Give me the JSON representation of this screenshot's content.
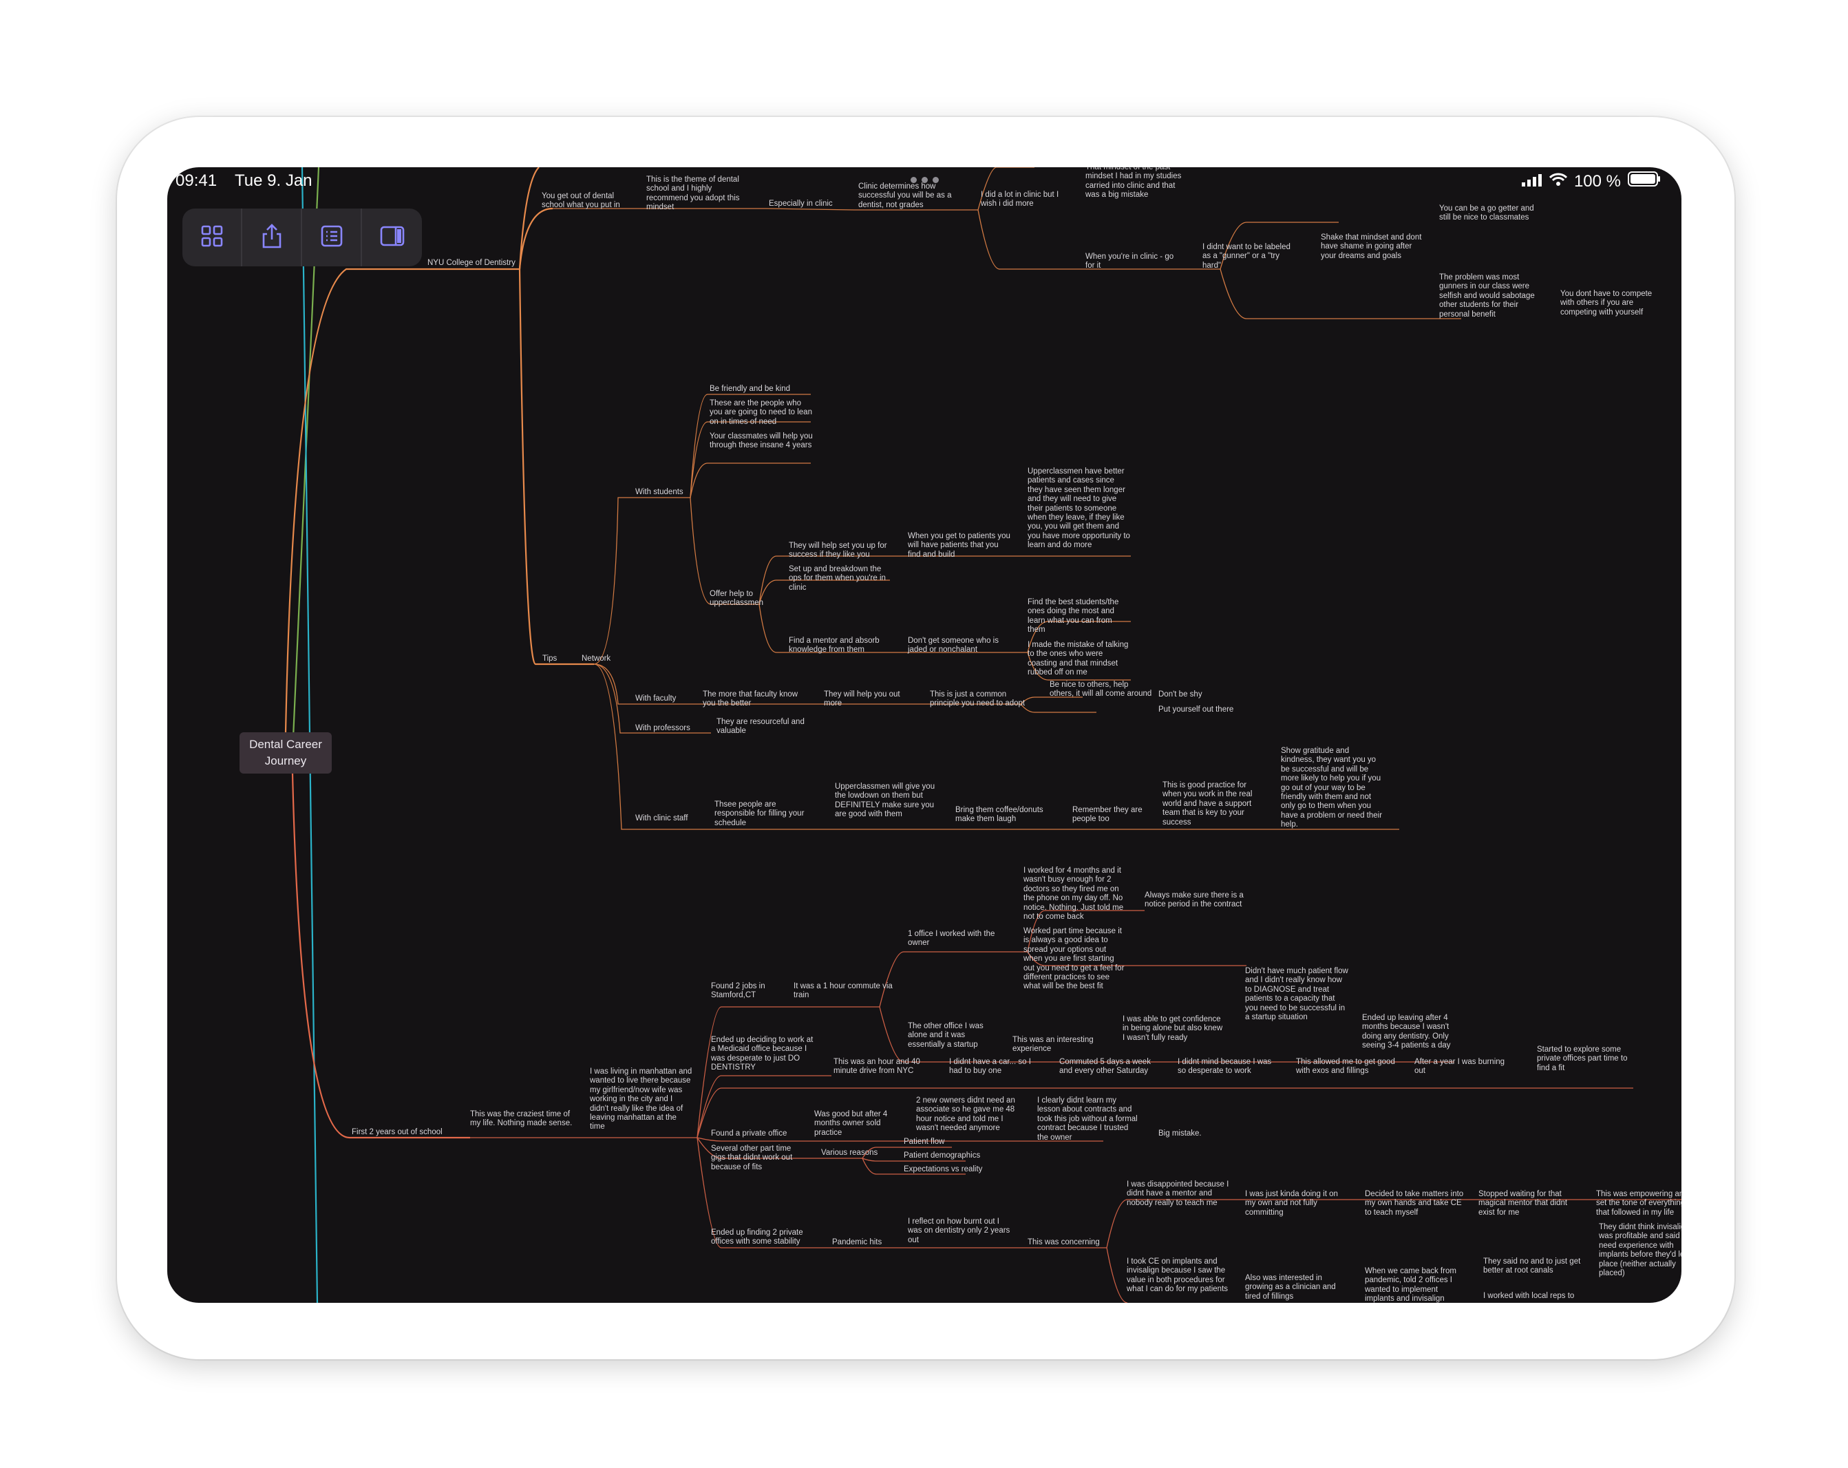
{
  "status_bar": {
    "time": "09:41",
    "date": "Tue 9. Jan",
    "battery": "100 %",
    "icons": [
      "signal-icon",
      "wifi-icon",
      "battery-icon"
    ]
  },
  "toolbar": {
    "buttons": [
      "grid-icon",
      "share-icon",
      "outline-icon",
      "sidebar-icon"
    ]
  },
  "colors": {
    "background": "#141214",
    "branch_school": "#e88a4c",
    "branch_career": "#e4694a",
    "branch_teal": "#2bb3c9",
    "branch_green": "#7bb04f",
    "accent": "#8a86ff"
  },
  "mind_map": {
    "root": "Dental Career Journey",
    "nodes": {
      "nyu": "NYU College of Dentistry",
      "get_out": "You get out of dental school what you put in",
      "theme": "This is the theme of dental school and I highly recommend you adopt this mindset",
      "especially": "Especially in clinic",
      "clinic_determines": "Clinic determines how successful you will be as a dentist, not grades",
      "did_lot": "I did a lot in clinic but I wish i did more",
      "mindset_top": "That mindset of the past mindset I had in my studies carried into clinic and that was a big mistake",
      "go_for_it": "When you're in clinic - go for it",
      "didnt_want": "I didnt want to be labeled as a \"gunner\" or a \"try hard\"",
      "shake": "Shake that mindset and dont have shame in going after your dreams and goals",
      "go_getter": "You can be a go getter and still be nice to classmates",
      "problem": "The problem was most gunners in our class were selfish and would sabotage other students for their personal benefit",
      "compete": "You dont have to compete with others if you are competing with yourself",
      "tips": "Tips",
      "network": "Network",
      "with_students": "With students",
      "friendly": "Be friendly and be kind",
      "lean_on": "These are the people who you are going to need to lean on in times of need",
      "classmates": "Your classmates will help you through these insane 4 years",
      "offer_help": "Offer help to upperclassmen",
      "set_up": "They will help set you up for success if they like you",
      "patients": "When you get to patients you will have patients that you find and build",
      "upperclassmen": "Upperclassmen have better patients and cases since they have seen them longer and they will need to give their patients to someone when they leave, if they like you, you will get them and you have more opportunity to learn and do more",
      "breakdown": "Set up and breakdown the ops for them when you're in clinic",
      "mentor": "Find a mentor and absorb knowledge from them",
      "jaded": "Don't get someone who is jaded or nonchalant",
      "best_students": "Find the best students/the ones doing the most and learn what you can from them",
      "mistake": "I made the mistake of talking to the ones who were coasting and that mindset rubbed off on me",
      "with_faculty": "With faculty",
      "more_faculty": "The more that faculty know you the better",
      "help_out": "They will help you out more",
      "common": "This is just a common principle you need to adopt",
      "nice_others": "Be nice to others, help others, it will all come around",
      "dont_shy": "Don't be shy",
      "put_out": "Put yourself out there",
      "with_professors": "With professors",
      "resourceful": "They are resourceful and valuable",
      "with_clinic_staff": "With clinic staff",
      "those_people": "Thsee people are responsible for filling your schedule",
      "lowdown": "Upperclassmen will give you the lowdown on them but DEFINITELY make sure you are good with them",
      "coffee": "Bring them coffee/donuts make them laugh",
      "remember": "Remember they are people too",
      "good_practice": "This is good practice for when you work in the real world and have a support team that is key to your success",
      "gratitude": "Show gratitude and kindness, they want you yo be successful and will be more likely to help you if you go out of your way to be friendly with them and not only go to them when you have a problem or need their help.",
      "first_2": "First 2 years out of school",
      "craziest": "This was the craziest time of my life. Nothing made sense.",
      "living": "I was living in manhattan and wanted to live there because my girlfriend/now wife was working in the city and I didn't really like the idea of leaving manhattan at the time",
      "found_2": "Found 2 jobs in Stamford,CT",
      "commute": "It was a 1 hour commute via train",
      "office_owner": "1 office I worked with the owner",
      "worked_4": "I worked for 4 months and it wasn't busy enough for 2 doctors so they fired me on the phone on my day off. No notice. Nothing. Just told me not to come back",
      "notice": "Always make sure there is a notice period in the contract",
      "part_time": "Worked part time because it is always a good idea to spread your options out when you are first starting out you need to get a feel for different practices to see what will be the best fit",
      "other_office": "The other office I was alone and it was essentially a startup",
      "interesting": "This was an interesting experience",
      "able_to": "I was able to get confidence in being alone but also knew I wasn't fully ready",
      "didnt_have": "Didn't have much patient flow and I didn't really know how to DIAGNOSE and treat patients to a capacity that you need to be successful in a startup situation",
      "leaving": "Ended up leaving after 4 months because I wasn't doing any dentistry. Only seeing 3-4 patients a day",
      "medicaid": "Ended up deciding to work at a Medicaid office because I was desperate to just DO DENTISTRY",
      "hour_40": "This was an hour and 40 minute drive from NYC",
      "car": "I didnt have a car... so I had to buy one",
      "commuted": "Commuted 5 days a week and every other Saturday",
      "didnt_mind": "I didnt mind because I was so desperate to work",
      "allowed": "This allowed me to get good with exos and fillings",
      "after_year": "After a year I was burning out",
      "explore": "Started to explore some private offices part time to find a fit",
      "private": "Found a private office",
      "good_but": "Was good but after 4 months owner sold practice",
      "new_owners": "2 new owners didnt need an associate so he gave me 48 hour notice and told me I wasn't needed anymore",
      "lesson": "I clearly didnt learn my lesson about contracts and took this job without a formal contract because I trusted the owner",
      "big_mistake": "Big mistake.",
      "several": "Several other part time gigs that didnt work out because of fits",
      "various": "Various reasons",
      "patient_flow": "Patient flow",
      "demographics": "Patient demographics",
      "expectations": "Expectations vs reality",
      "stability": "Ended up finding 2 private offices with some stability",
      "pandemic": "Pandemic hits",
      "burnt": "I reflect on how burnt out I was on dentistry only 2 years out",
      "concerning": "This was concerning",
      "disappointed": "I was disappointed because I didnt have a mentor and nobody really to teach me",
      "kinda": "I was just kinda doing it on my own and not fully committing",
      "matters": "Decided to take matters into my own hands and take CE to teach myself",
      "stopped": "Stopped waiting for that magical mentor that didnt exist for me",
      "empowering": "This was empowering and set the tone of everything that followed in my life",
      "took_ce": "I took CE on implants and invisalign because I saw the value in both procedures for what I can do for my patients",
      "interested": "Also was interested in growing as a clinician and tired of fillings",
      "came_back": "When we came back from pandemic, told 2 offices I wanted to implement implants and invisalign",
      "said_no": "They said no and to just get better at root canals",
      "didnt_think": "They didnt think invisalign was profitable and said I need experience with implants before they'd let me place (neither actually placed)",
      "local_reps": "I worked with local reps to"
    }
  }
}
